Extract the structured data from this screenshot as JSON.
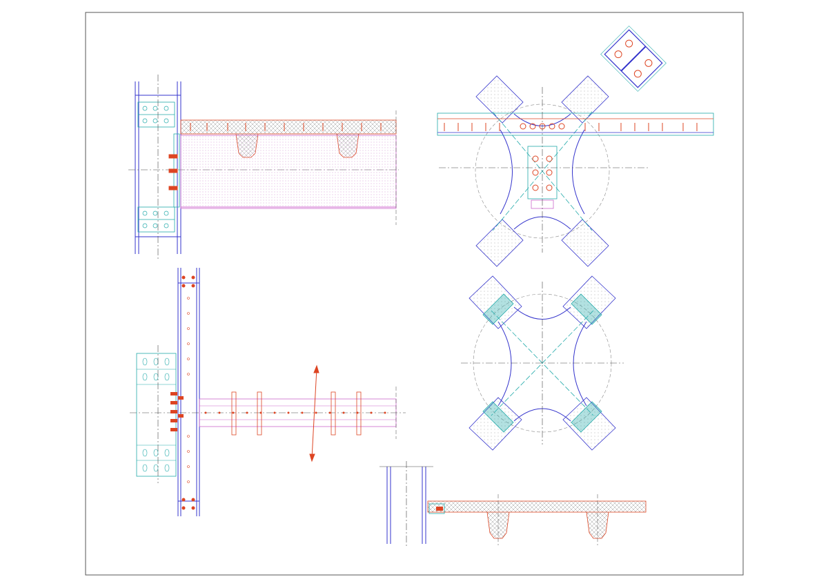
{
  "drawing": {
    "colors": {
      "frame": "#555555",
      "steel": "#3333cc",
      "plate": "#22aaaa",
      "concrete": "#dd4422",
      "hatch": "#888888",
      "center_line": "#444444",
      "web": "#cc66cc"
    },
    "views": [
      {
        "id": "beam-column-elevation"
      },
      {
        "id": "beam-column-plan"
      },
      {
        "id": "cruciform-joint-upper"
      },
      {
        "id": "cruciform-joint-lower"
      },
      {
        "id": "splice-plate-detail"
      },
      {
        "id": "slab-section-bottom"
      }
    ]
  }
}
